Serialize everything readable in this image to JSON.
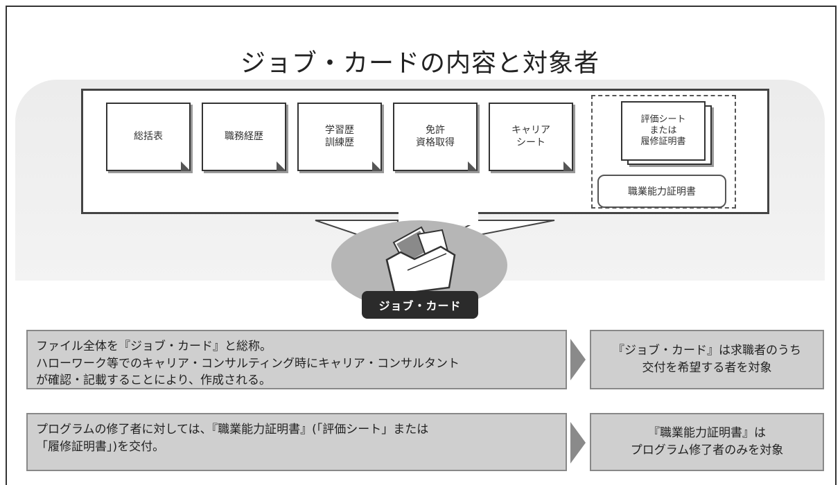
{
  "title": "ジョブ・カードの内容と対象者",
  "documents": [
    {
      "label": "総括表"
    },
    {
      "label": "職務経歴"
    },
    {
      "label": "学習歴\n訓練歴"
    },
    {
      "label": "免許\n資格取得"
    },
    {
      "label": "キャリア\nシート"
    }
  ],
  "evaluation_doc": {
    "label": "評価シート\nまたは\n履修証明書"
  },
  "certificate_label": "職業能力証明書",
  "jobcard_label": "ジョブ・カード",
  "rows": [
    {
      "left": "ファイル全体を『ジョブ・カード』と総称。\nハローワーク等でのキャリア・コンサルティング時にキャリア・コンサルタント\nが確認・記載することにより、作成される。",
      "right": "『ジョブ・カード』は求職者のうち\n交付を希望する者を対象"
    },
    {
      "left": "プログラムの修了者に対しては、『職業能力証明書』(「評価シート」または\n「履修証明書」)を交付。",
      "right": "『職業能力証明書』は\nプログラム修了者のみを対象"
    }
  ]
}
